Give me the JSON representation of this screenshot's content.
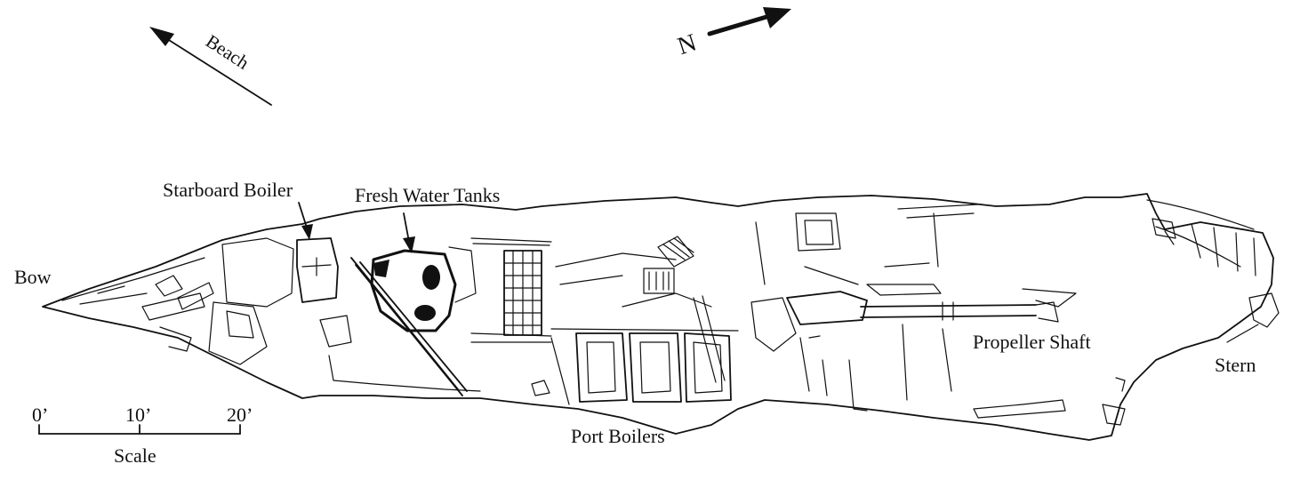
{
  "labels": {
    "beach": "Beach",
    "north": "N",
    "bow": "Bow",
    "stern": "Stern",
    "starboard_boiler": "Starboard Boiler",
    "fresh_water_tanks": "Fresh Water Tanks",
    "port_boilers": "Port Boilers",
    "propeller_shaft": "Propeller Shaft"
  },
  "scale": {
    "ticks": [
      "0’",
      "10’",
      "20’"
    ],
    "title": "Scale"
  }
}
